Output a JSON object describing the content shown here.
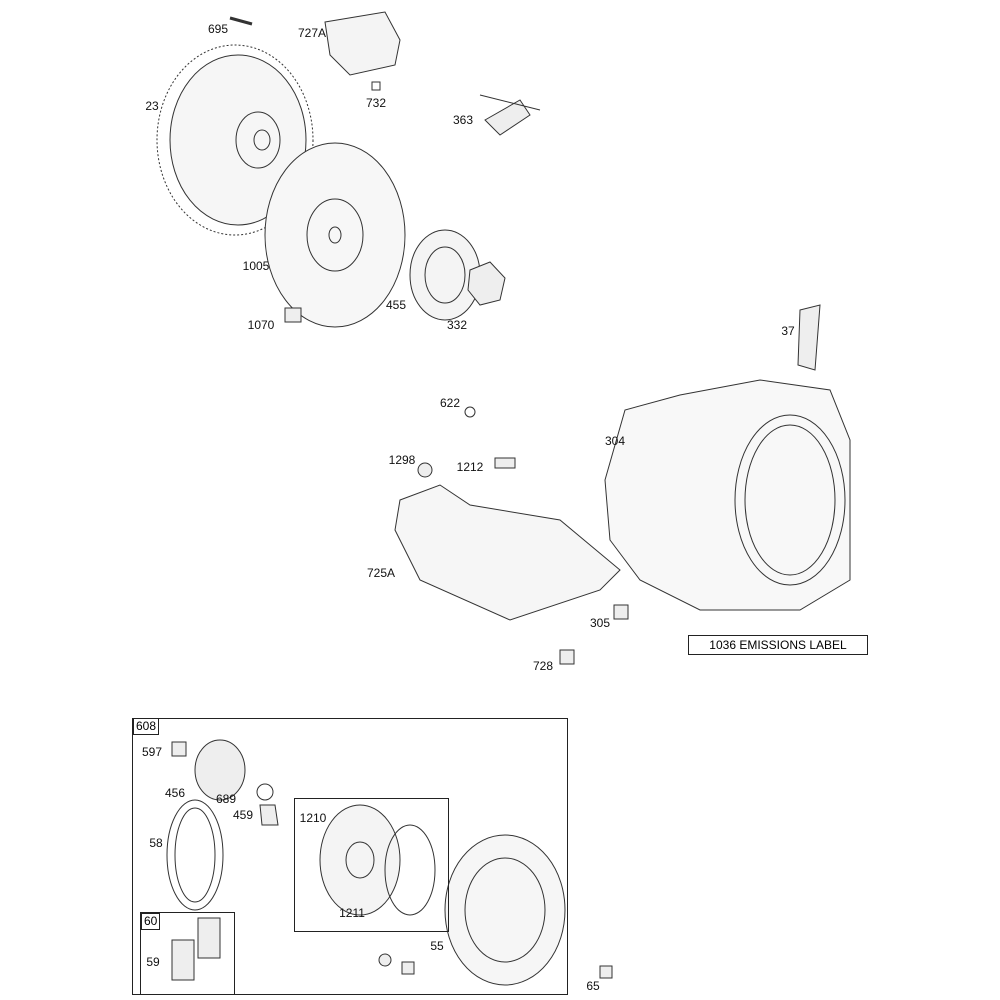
{
  "labels": {
    "p695": "695",
    "p727A": "727A",
    "p23": "23",
    "p732": "732",
    "p363": "363",
    "p1005": "1005",
    "p455": "455",
    "p332": "332",
    "p1070": "1070",
    "p37": "37",
    "p622": "622",
    "p304": "304",
    "p1298": "1298",
    "p1212": "1212",
    "p725A": "725A",
    "p305": "305",
    "p728": "728",
    "p1036": "1036 EMISSIONS LABEL",
    "p608": "608",
    "p597": "597",
    "p456": "456",
    "p689": "689",
    "p459": "459",
    "p58": "58",
    "p1210": "1210",
    "p1211": "1211",
    "p60": "60",
    "p59": "59",
    "p55": "55",
    "p65": "65"
  }
}
